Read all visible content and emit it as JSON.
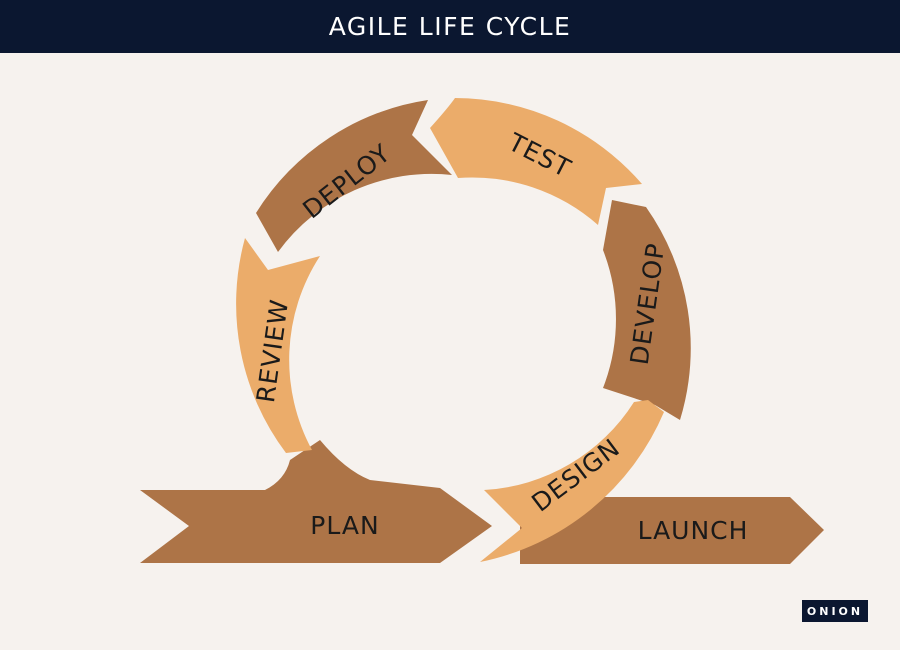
{
  "title": "AGILE LIFE CYCLE",
  "colors": {
    "dark_segment": "#ad7447",
    "light_segment": "#ebac6a",
    "title_bar": "#0b1730",
    "background": "#f6f2ee"
  },
  "stages": {
    "plan": "PLAN",
    "review": "REVIEW",
    "deploy": "DEPLOY",
    "test": "TEST",
    "develop": "DEVELOP",
    "design": "DESIGN",
    "launch": "LAUNCH"
  },
  "logo": "ONION"
}
